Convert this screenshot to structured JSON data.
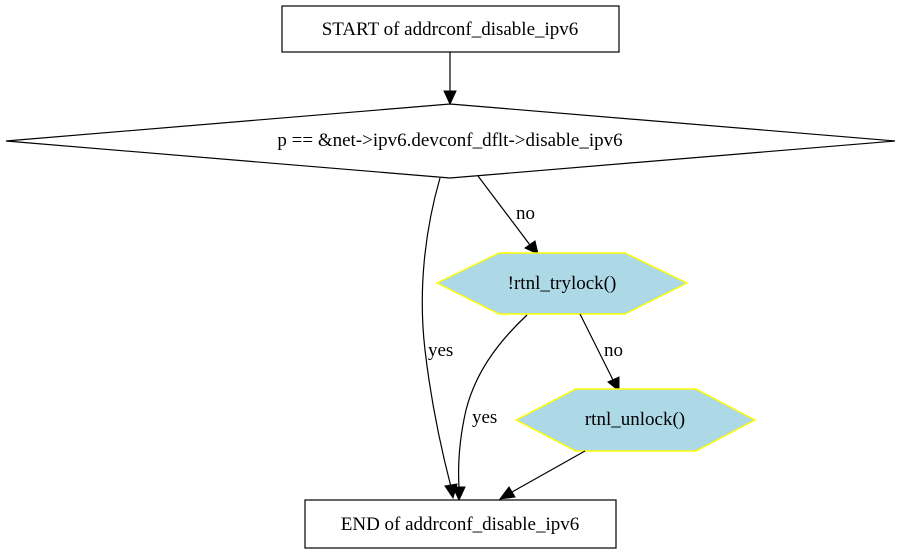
{
  "nodes": {
    "start": {
      "label": "START of addrconf_disable_ipv6"
    },
    "decision": {
      "label": "p == &net->ipv6.devconf_dflt->disable_ipv6"
    },
    "trylock": {
      "label": "!rtnl_trylock()"
    },
    "unlock": {
      "label": "rtnl_unlock()"
    },
    "end": {
      "label": "END of addrconf_disable_ipv6"
    }
  },
  "edges": {
    "decision_no": "no",
    "decision_yes": "yes",
    "trylock_no": "no",
    "trylock_yes": "yes"
  },
  "colors": {
    "hexagon_fill": "#add8e6",
    "hexagon_stroke": "#ffff00"
  }
}
